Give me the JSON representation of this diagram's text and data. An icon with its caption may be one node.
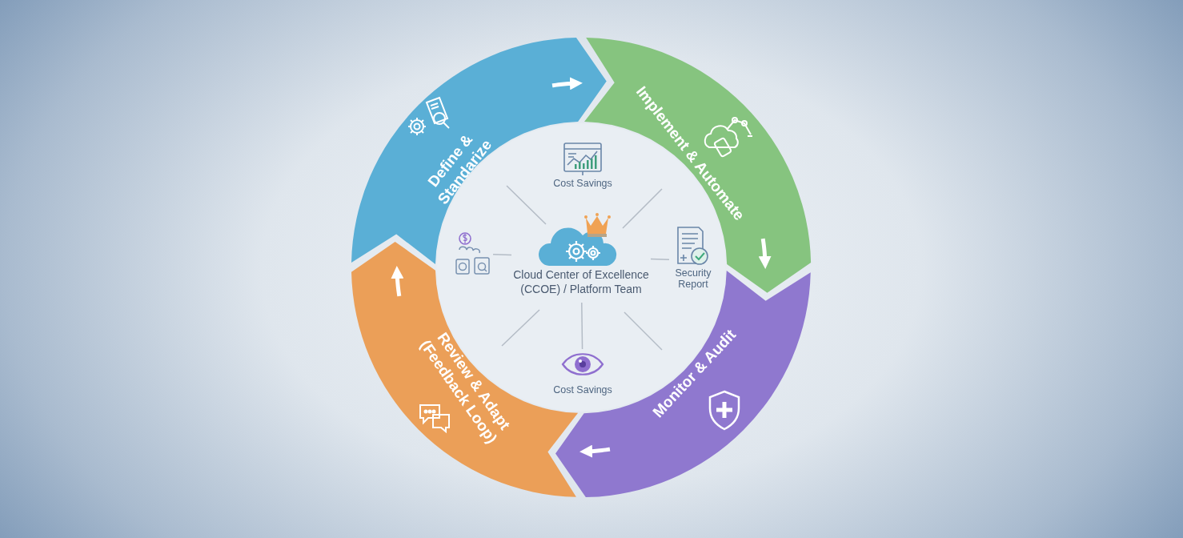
{
  "diagram": {
    "nodes": [
      {
        "text": [
          "Define & Standarize"
        ]
      },
      {
        "text": [
          "Implement & Automate"
        ]
      },
      {
        "text": [
          "Monitor & Audit"
        ]
      },
      {
        "text": [
          "Review & Adapt (Feedback Loop)"
        ]
      },
      {
        "text": [
          "Cloud Center of Excellence (CCOE) / Platform Team"
        ]
      },
      {
        "text": [
          "Cost Savings"
        ]
      },
      {
        "text": [],
        "shape": "picture"
      },
      {
        "text": [
          "Security Report"
        ]
      },
      {
        "text": [
          "Cost Savings"
        ]
      }
    ],
    "edges": [
      {
        "from": 0,
        "to": 1,
        "arrow": "to"
      },
      {
        "from": 1,
        "to": 2,
        "arrow": "to"
      },
      {
        "from": 2,
        "to": 3,
        "arrow": "to"
      },
      {
        "from": 3,
        "to": 0,
        "arrow": "to"
      },
      {
        "from": 4,
        "to": 6,
        "arrow": "none",
        "color": "#b4bcc6"
      },
      {
        "from": 4,
        "to": 7,
        "arrow": "none",
        "color": "#b4bcc6"
      },
      {
        "from": 4,
        "to": 8,
        "arrow": "none",
        "color": "#b4bcc6"
      }
    ]
  }
}
